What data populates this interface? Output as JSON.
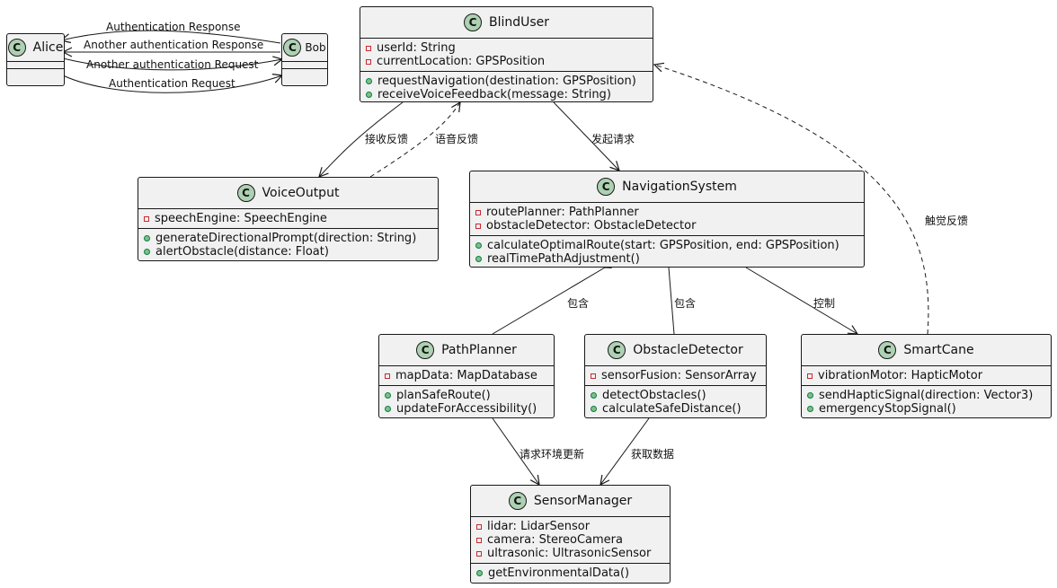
{
  "classes": {
    "alice": {
      "name": "Alice",
      "badge": "C"
    },
    "bob": {
      "name": "Bob",
      "badge": "C"
    },
    "blinduser": {
      "name": "BlindUser",
      "badge": "C",
      "fields": [
        "userId: String",
        "currentLocation: GPSPosition"
      ],
      "methods": [
        "requestNavigation(destination: GPSPosition)",
        "receiveVoiceFeedback(message: String)"
      ]
    },
    "voiceoutput": {
      "name": "VoiceOutput",
      "badge": "C",
      "fields": [
        "speechEngine: SpeechEngine"
      ],
      "methods": [
        "generateDirectionalPrompt(direction: String)",
        "alertObstacle(distance: Float)"
      ]
    },
    "navigationsystem": {
      "name": "NavigationSystem",
      "badge": "C",
      "fields": [
        "routePlanner: PathPlanner",
        "obstacleDetector: ObstacleDetector"
      ],
      "methods": [
        "calculateOptimalRoute(start: GPSPosition, end: GPSPosition)",
        "realTimePathAdjustment()"
      ]
    },
    "pathplanner": {
      "name": "PathPlanner",
      "badge": "C",
      "fields": [
        "mapData: MapDatabase"
      ],
      "methods": [
        "planSafeRoute()",
        "updateForAccessibility()"
      ]
    },
    "obstacledetector": {
      "name": "ObstacleDetector",
      "badge": "C",
      "fields": [
        "sensorFusion: SensorArray"
      ],
      "methods": [
        "detectObstacles()",
        "calculateSafeDistance()"
      ]
    },
    "smartcane": {
      "name": "SmartCane",
      "badge": "C",
      "fields": [
        "vibrationMotor: HapticMotor"
      ],
      "methods": [
        "sendHapticSignal(direction: Vector3)",
        "emergencyStopSignal()"
      ]
    },
    "sensormanager": {
      "name": "SensorManager",
      "badge": "C",
      "fields": [
        "lidar: LidarSensor",
        "camera: StereoCamera",
        "ultrasonic: UltrasonicSensor"
      ],
      "methods": [
        "getEnvironmentalData()"
      ]
    }
  },
  "relations": {
    "auth_response": "Authentication Response",
    "another_auth_response": "Another authentication Response",
    "another_auth_request": "Another authentication Request",
    "auth_request": "Authentication Request",
    "receive_feedback": "接收反馈",
    "voice_feedback": "语音反馈",
    "send_request": "发起请求",
    "haptic_feedback": "触觉反馈",
    "contains_1": "包含",
    "contains_2": "包含",
    "control": "控制",
    "request_env_update": "请求环境更新",
    "get_data": "获取数据"
  },
  "colors": {
    "class_fill": "#f1f1f1",
    "border": "#181818",
    "badge_fill": "#add1b2",
    "private_marker": "#c82930",
    "public_marker": "#84be84"
  }
}
